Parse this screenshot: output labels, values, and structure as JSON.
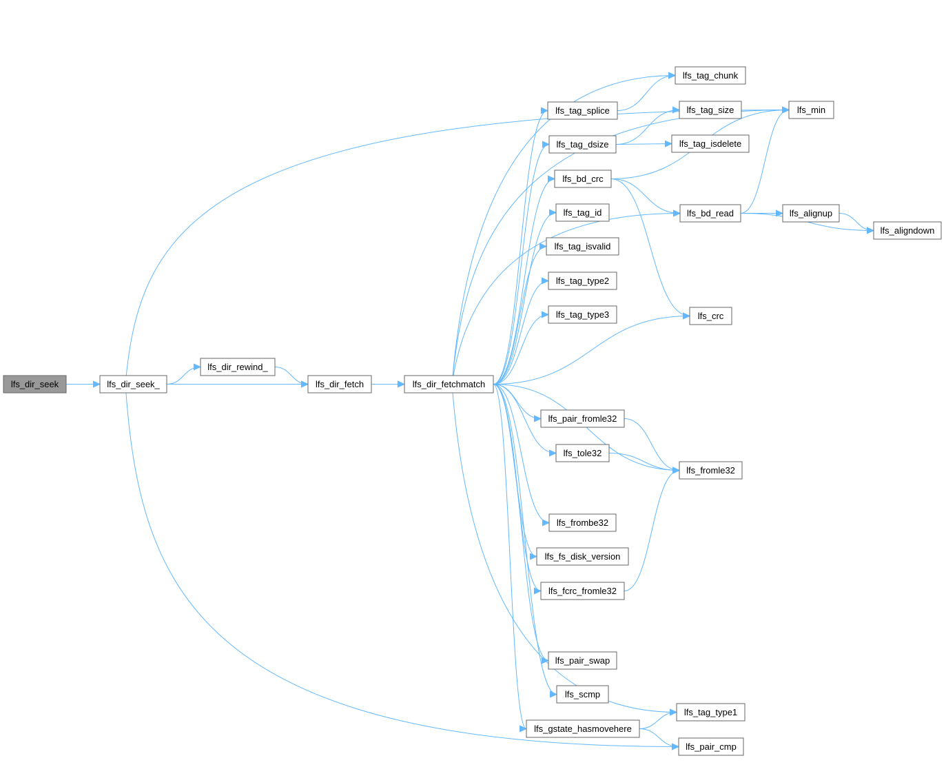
{
  "colors": {
    "edge": "#63b8ff",
    "node_border": "#666666",
    "root_fill": "#999999",
    "node_fill": "#ffffff"
  },
  "nodes": {
    "lfs_dir_seek": "lfs_dir_seek",
    "lfs_dir_seek_": "lfs_dir_seek_",
    "lfs_dir_rewind_": "lfs_dir_rewind_",
    "lfs_dir_fetch": "lfs_dir_fetch",
    "lfs_dir_fetchmatch": "lfs_dir_fetchmatch",
    "lfs_min": "lfs_min",
    "lfs_tag_chunk": "lfs_tag_chunk",
    "lfs_tag_splice": "lfs_tag_splice",
    "lfs_tag_size": "lfs_tag_size",
    "lfs_tag_dsize": "lfs_tag_dsize",
    "lfs_tag_isdelete": "lfs_tag_isdelete",
    "lfs_bd_crc": "lfs_bd_crc",
    "lfs_bd_read": "lfs_bd_read",
    "lfs_alignup": "lfs_alignup",
    "lfs_aligndown": "lfs_aligndown",
    "lfs_tag_id": "lfs_tag_id",
    "lfs_tag_isvalid": "lfs_tag_isvalid",
    "lfs_tag_type2": "lfs_tag_type2",
    "lfs_tag_type3": "lfs_tag_type3",
    "lfs_crc": "lfs_crc",
    "lfs_pair_fromle32": "lfs_pair_fromle32",
    "lfs_tole32": "lfs_tole32",
    "lfs_fromle32": "lfs_fromle32",
    "lfs_frombe32": "lfs_frombe32",
    "lfs_fs_disk_version": "lfs_fs_disk_version",
    "lfs_fcrc_fromle32": "lfs_fcrc_fromle32",
    "lfs_pair_swap": "lfs_pair_swap",
    "lfs_scmp": "lfs_scmp",
    "lfs_tag_type1": "lfs_tag_type1",
    "lfs_gstate_hasmovehere": "lfs_gstate_hasmovehere",
    "lfs_pair_cmp": "lfs_pair_cmp"
  },
  "edges": [
    [
      "lfs_dir_seek",
      "lfs_dir_seek_"
    ],
    [
      "lfs_dir_seek_",
      "lfs_dir_rewind_"
    ],
    [
      "lfs_dir_seek_",
      "lfs_dir_fetch"
    ],
    [
      "lfs_dir_seek_",
      "lfs_min"
    ],
    [
      "lfs_dir_seek_",
      "lfs_pair_cmp"
    ],
    [
      "lfs_dir_rewind_",
      "lfs_dir_fetch"
    ],
    [
      "lfs_dir_fetch",
      "lfs_dir_fetchmatch"
    ],
    [
      "lfs_dir_fetchmatch",
      "lfs_min"
    ],
    [
      "lfs_dir_fetchmatch",
      "lfs_tag_chunk"
    ],
    [
      "lfs_dir_fetchmatch",
      "lfs_tag_splice"
    ],
    [
      "lfs_dir_fetchmatch",
      "lfs_tag_dsize"
    ],
    [
      "lfs_dir_fetchmatch",
      "lfs_bd_crc"
    ],
    [
      "lfs_dir_fetchmatch",
      "lfs_tag_id"
    ],
    [
      "lfs_dir_fetchmatch",
      "lfs_tag_isvalid"
    ],
    [
      "lfs_dir_fetchmatch",
      "lfs_tag_type2"
    ],
    [
      "lfs_dir_fetchmatch",
      "lfs_tag_type3"
    ],
    [
      "lfs_dir_fetchmatch",
      "lfs_bd_read"
    ],
    [
      "lfs_dir_fetchmatch",
      "lfs_crc"
    ],
    [
      "lfs_dir_fetchmatch",
      "lfs_pair_fromle32"
    ],
    [
      "lfs_dir_fetchmatch",
      "lfs_tole32"
    ],
    [
      "lfs_dir_fetchmatch",
      "lfs_fromle32"
    ],
    [
      "lfs_dir_fetchmatch",
      "lfs_frombe32"
    ],
    [
      "lfs_dir_fetchmatch",
      "lfs_fs_disk_version"
    ],
    [
      "lfs_dir_fetchmatch",
      "lfs_fcrc_fromle32"
    ],
    [
      "lfs_dir_fetchmatch",
      "lfs_tag_type1"
    ],
    [
      "lfs_dir_fetchmatch",
      "lfs_pair_swap"
    ],
    [
      "lfs_dir_fetchmatch",
      "lfs_scmp"
    ],
    [
      "lfs_dir_fetchmatch",
      "lfs_gstate_hasmovehere"
    ],
    [
      "lfs_tag_splice",
      "lfs_tag_chunk"
    ],
    [
      "lfs_tag_dsize",
      "lfs_tag_size"
    ],
    [
      "lfs_tag_dsize",
      "lfs_tag_isdelete"
    ],
    [
      "lfs_bd_crc",
      "lfs_min"
    ],
    [
      "lfs_bd_crc",
      "lfs_bd_read"
    ],
    [
      "lfs_bd_crc",
      "lfs_crc"
    ],
    [
      "lfs_bd_read",
      "lfs_min"
    ],
    [
      "lfs_bd_read",
      "lfs_alignup"
    ],
    [
      "lfs_bd_read",
      "lfs_aligndown"
    ],
    [
      "lfs_alignup",
      "lfs_aligndown"
    ],
    [
      "lfs_pair_fromle32",
      "lfs_fromle32"
    ],
    [
      "lfs_tole32",
      "lfs_fromle32"
    ],
    [
      "lfs_fcrc_fromle32",
      "lfs_fromle32"
    ],
    [
      "lfs_gstate_hasmovehere",
      "lfs_tag_type1"
    ],
    [
      "lfs_gstate_hasmovehere",
      "lfs_pair_cmp"
    ]
  ]
}
